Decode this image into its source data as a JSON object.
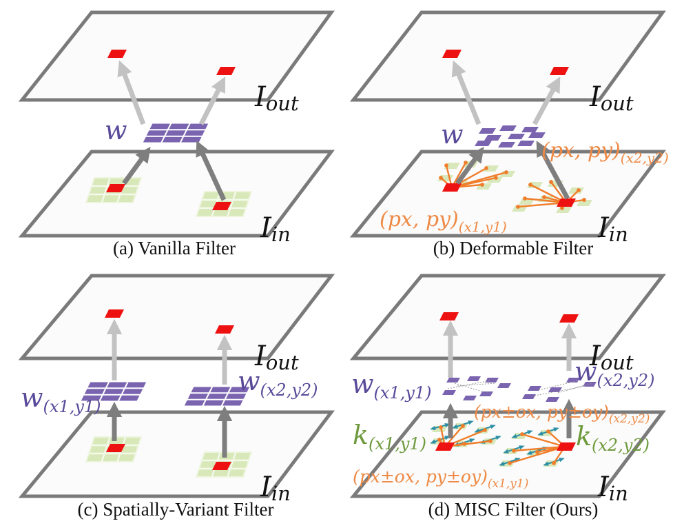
{
  "panels": {
    "a": {
      "caption": "(a) Vanilla Filter"
    },
    "b": {
      "caption": "(b) Deformable Filter"
    },
    "c": {
      "caption": "(c) Spatially-Variant Filter"
    },
    "d": {
      "caption": "(d) MISC Filter (Ours)"
    }
  },
  "labels": {
    "out_main": "I",
    "out_sub": "out",
    "in_main": "I",
    "in_sub": "in",
    "w": "w",
    "w_x1y1_sub": "(x1,y1)",
    "w_x2y2_sub": "(x2,y2)",
    "p_main": "(px, py)",
    "p_sub_x1y1": "(x1,y1)",
    "p_sub_x2y2": "(x2,y2)",
    "k": "k",
    "k_x1y1_sub": "(x1,y1)",
    "k_x2y2_sub": "(x2,y2)",
    "po_x1y1": "(px±ox, py±oy)",
    "po_x2y2": "(px±ox, py±oy)"
  },
  "colors": {
    "plane_stroke": "#7a7a7a",
    "plane_fill": "#fbfbfb",
    "pixel_red": "#ee1111",
    "grid_green": "#d8e8b8",
    "filter_purple": "#7a64b0",
    "arrow_dark": "#7e7e7e",
    "arrow_light": "#c2c2c2",
    "orange": "#f07d2a",
    "teal": "#2d8fa5"
  }
}
